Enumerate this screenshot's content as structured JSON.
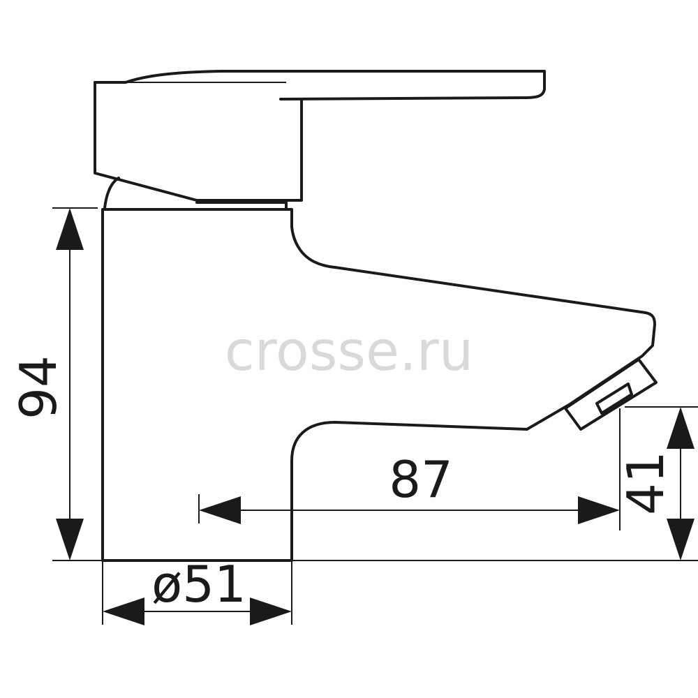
{
  "watermark": "crosse.ru",
  "dimensions": {
    "height_total": "94",
    "spout_reach": "87",
    "spout_height": "41",
    "base_diameter": "ø51"
  },
  "colors": {
    "line": "#1a1a1a",
    "watermark": "#d9d9d9",
    "background": "#ffffff"
  }
}
